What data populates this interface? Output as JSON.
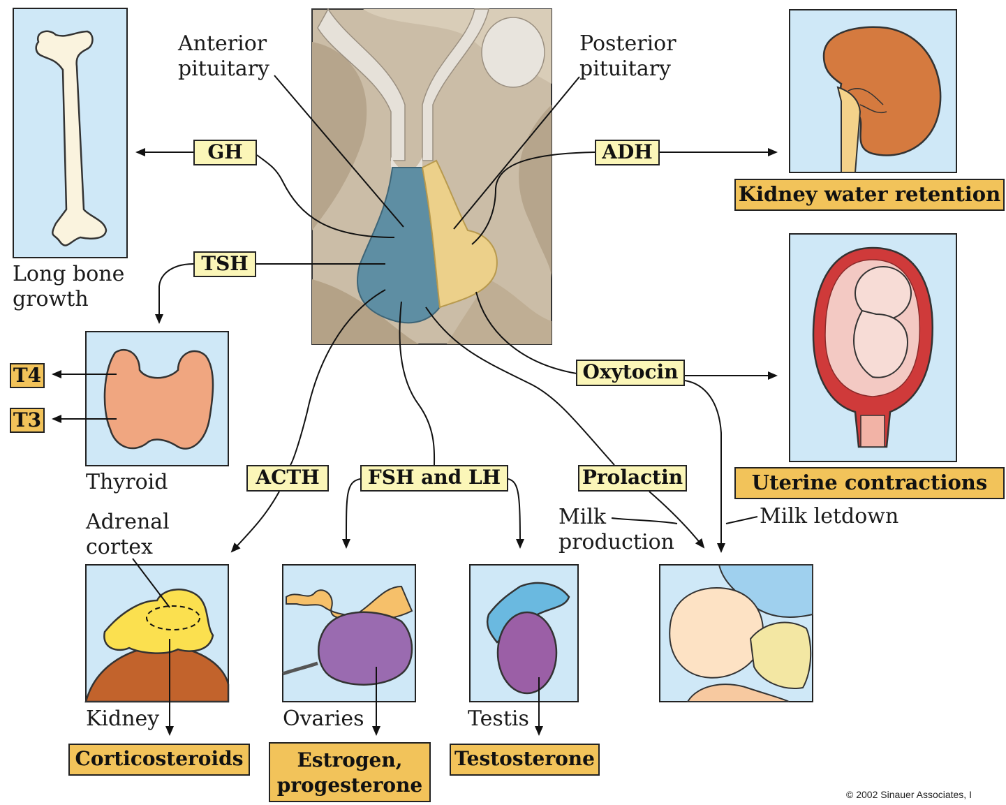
{
  "labels": {
    "anterior": "Anterior\npituitary",
    "posterior": "Posterior\npituitary",
    "long_bone": "Long bone\ngrowth",
    "thyroid": "Thyroid",
    "adrenal": "Adrenal\ncortex",
    "kidney": "Kidney",
    "ovaries": "Ovaries",
    "testis": "Testis",
    "milk_production": "Milk\nproduction",
    "milk_letdown": "Milk letdown"
  },
  "hormones": {
    "gh": "GH",
    "tsh": "TSH",
    "adh": "ADH",
    "oxytocin": "Oxytocin",
    "acth": "ACTH",
    "fsh_lh": "FSH and LH",
    "prolactin": "Prolactin"
  },
  "effects": {
    "t4": "T4",
    "t3": "T3",
    "kidney_water": "Kidney water retention",
    "uterine": "Uterine contractions",
    "corticosteroids": "Corticosteroids",
    "estrogen": "Estrogen,\nprogesterone",
    "testosterone": "Testosterone"
  },
  "copyright": "© 2002 Sinauer Associates, I",
  "colors": {
    "panel_bg": "#cfe8f7",
    "hormone_box": "#fbf6b8",
    "effect_box": "#f2c35a",
    "anterior_lobe": "#5e8ea3",
    "posterior_lobe": "#ecd08a",
    "brain_tissue": "#c7b9a3"
  }
}
